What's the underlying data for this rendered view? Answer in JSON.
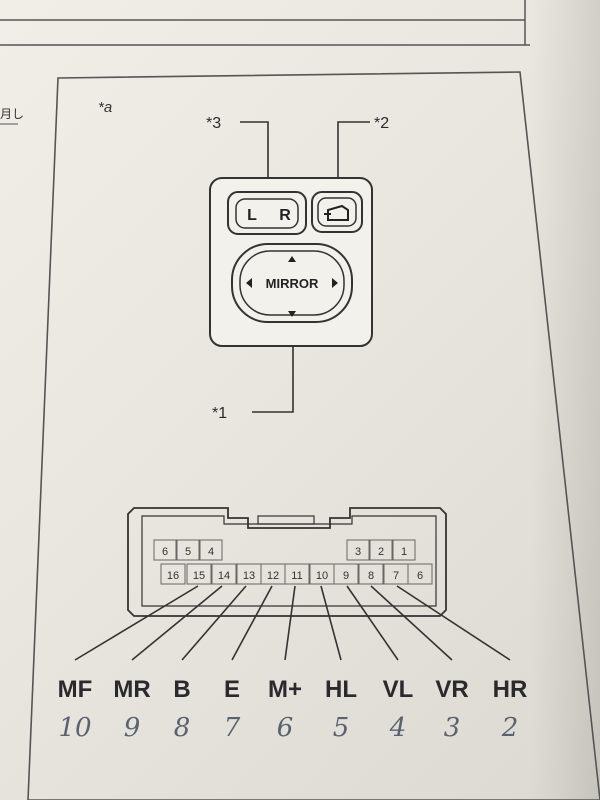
{
  "header": {
    "margin_text": "月し",
    "ref_a": "*a"
  },
  "switch_assembly": {
    "callouts": {
      "c1": "*1",
      "c2": "*2",
      "c3": "*3"
    },
    "selector": {
      "left": "L",
      "right": "R"
    },
    "fold_icon": "mirror-fold-icon",
    "pad_label": "MIRROR"
  },
  "connector": {
    "top_row": [
      "6",
      "5",
      "4",
      "",
      "",
      "",
      "",
      "",
      "",
      "",
      "3",
      "2",
      "1"
    ],
    "bottom_row": [
      "16",
      "15",
      "14",
      "13",
      "12",
      "11",
      "10",
      "9",
      "8",
      "7",
      "6"
    ]
  },
  "signals": [
    {
      "label": "MF",
      "hand": "10"
    },
    {
      "label": "MR",
      "hand": "9"
    },
    {
      "label": "B",
      "hand": "8"
    },
    {
      "label": "E",
      "hand": "7"
    },
    {
      "label": "M+",
      "hand": "6"
    },
    {
      "label": "HL",
      "hand": "5"
    },
    {
      "label": "VL",
      "hand": "4"
    },
    {
      "label": "VR",
      "hand": "3"
    },
    {
      "label": "HR",
      "hand": "2"
    }
  ],
  "colors": {
    "ink": "#2a2a2e",
    "paper": "#efece6",
    "pencil": "#5a6270"
  }
}
